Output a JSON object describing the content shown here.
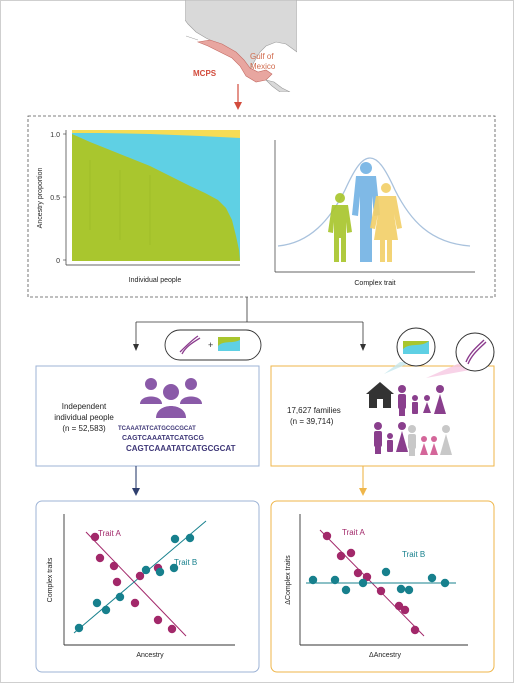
{
  "map": {
    "region_label": "MCPS",
    "sea_label_line1": "Gulf of",
    "sea_label_line2": "Mexico"
  },
  "colors": {
    "ancestry_green": "#a9c62e",
    "ancestry_cyan": "#5fd0e4",
    "ancestry_yellow": "#f5dc55",
    "trait_a": "#a2286a",
    "trait_b": "#17808d",
    "left_box_border": "#9db3d6",
    "right_box_border": "#efb64a",
    "map_red": "#d24b3c",
    "dna_purple": "#8b3b8d"
  },
  "top_panel": {
    "ancestry_chart": {
      "ylabel": "Ancestry proportion",
      "yticks": [
        "0",
        "0.5",
        "1.0"
      ],
      "xlabel": "Individual people"
    },
    "trait_chart": {
      "xlabel": "Complex trait"
    }
  },
  "left_box": {
    "line1": "Independent",
    "line2": "individual people",
    "line3": "(n = 52,583)",
    "dna_lines": [
      "TCAAATATCATGCGCGCAT",
      "CAGTCAAATATCATGCG",
      "CAGTCAAATATCATGCGCAT"
    ]
  },
  "right_box": {
    "line1": "17,627 families",
    "line2": "(n = 39,714)"
  },
  "left_plot": {
    "ylabel": "Complex traits",
    "xlabel": "Ancestry",
    "trait_a_label": "Trait A",
    "trait_b_label": "Trait B"
  },
  "right_plot": {
    "ylabel": "ΔComplex traits",
    "xlabel": "ΔAncestry",
    "trait_a_label": "Trait A",
    "trait_b_label": "Trait B"
  }
}
